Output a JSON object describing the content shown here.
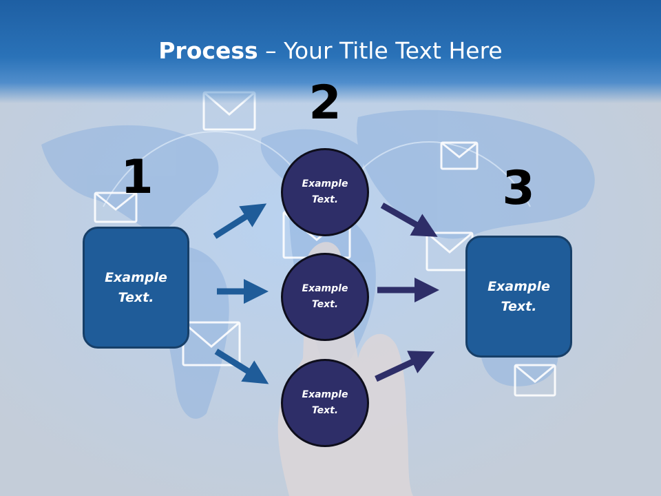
{
  "title": {
    "bold": "Process",
    "rest": " – Your Title Text Here"
  },
  "numbers": {
    "one": "1",
    "two": "2",
    "three": "3"
  },
  "left_box": "Example\nText.",
  "right_box": "Example\nText.",
  "circles": [
    "Example\nText.",
    "Example\nText.",
    "Example\nText."
  ],
  "colors": {
    "header": "#1e5fa3",
    "box_fill": "#1f5c99",
    "circle_fill": "#2e2e68",
    "arrow_left": "#1f5c99",
    "arrow_right": "#2e2e68"
  },
  "icons": [
    "envelope-icon",
    "world-map-background",
    "pointing-hand-background"
  ]
}
